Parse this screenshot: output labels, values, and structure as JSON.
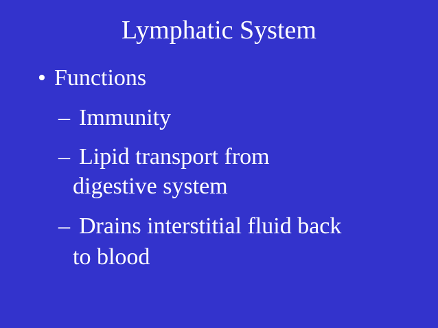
{
  "slide": {
    "title": "Lymphatic System",
    "bullet_marker": "•",
    "bullet_text": "Functions",
    "sub_marker": "–",
    "sub_items": [
      {
        "line1": "Immunity"
      },
      {
        "line1": "Lipid transport from",
        "line2": "digestive system"
      },
      {
        "line1": "Drains interstitial fluid back",
        "line2": "to blood"
      }
    ],
    "colors": {
      "background": "#3333cc",
      "text": "#ffffff"
    }
  }
}
